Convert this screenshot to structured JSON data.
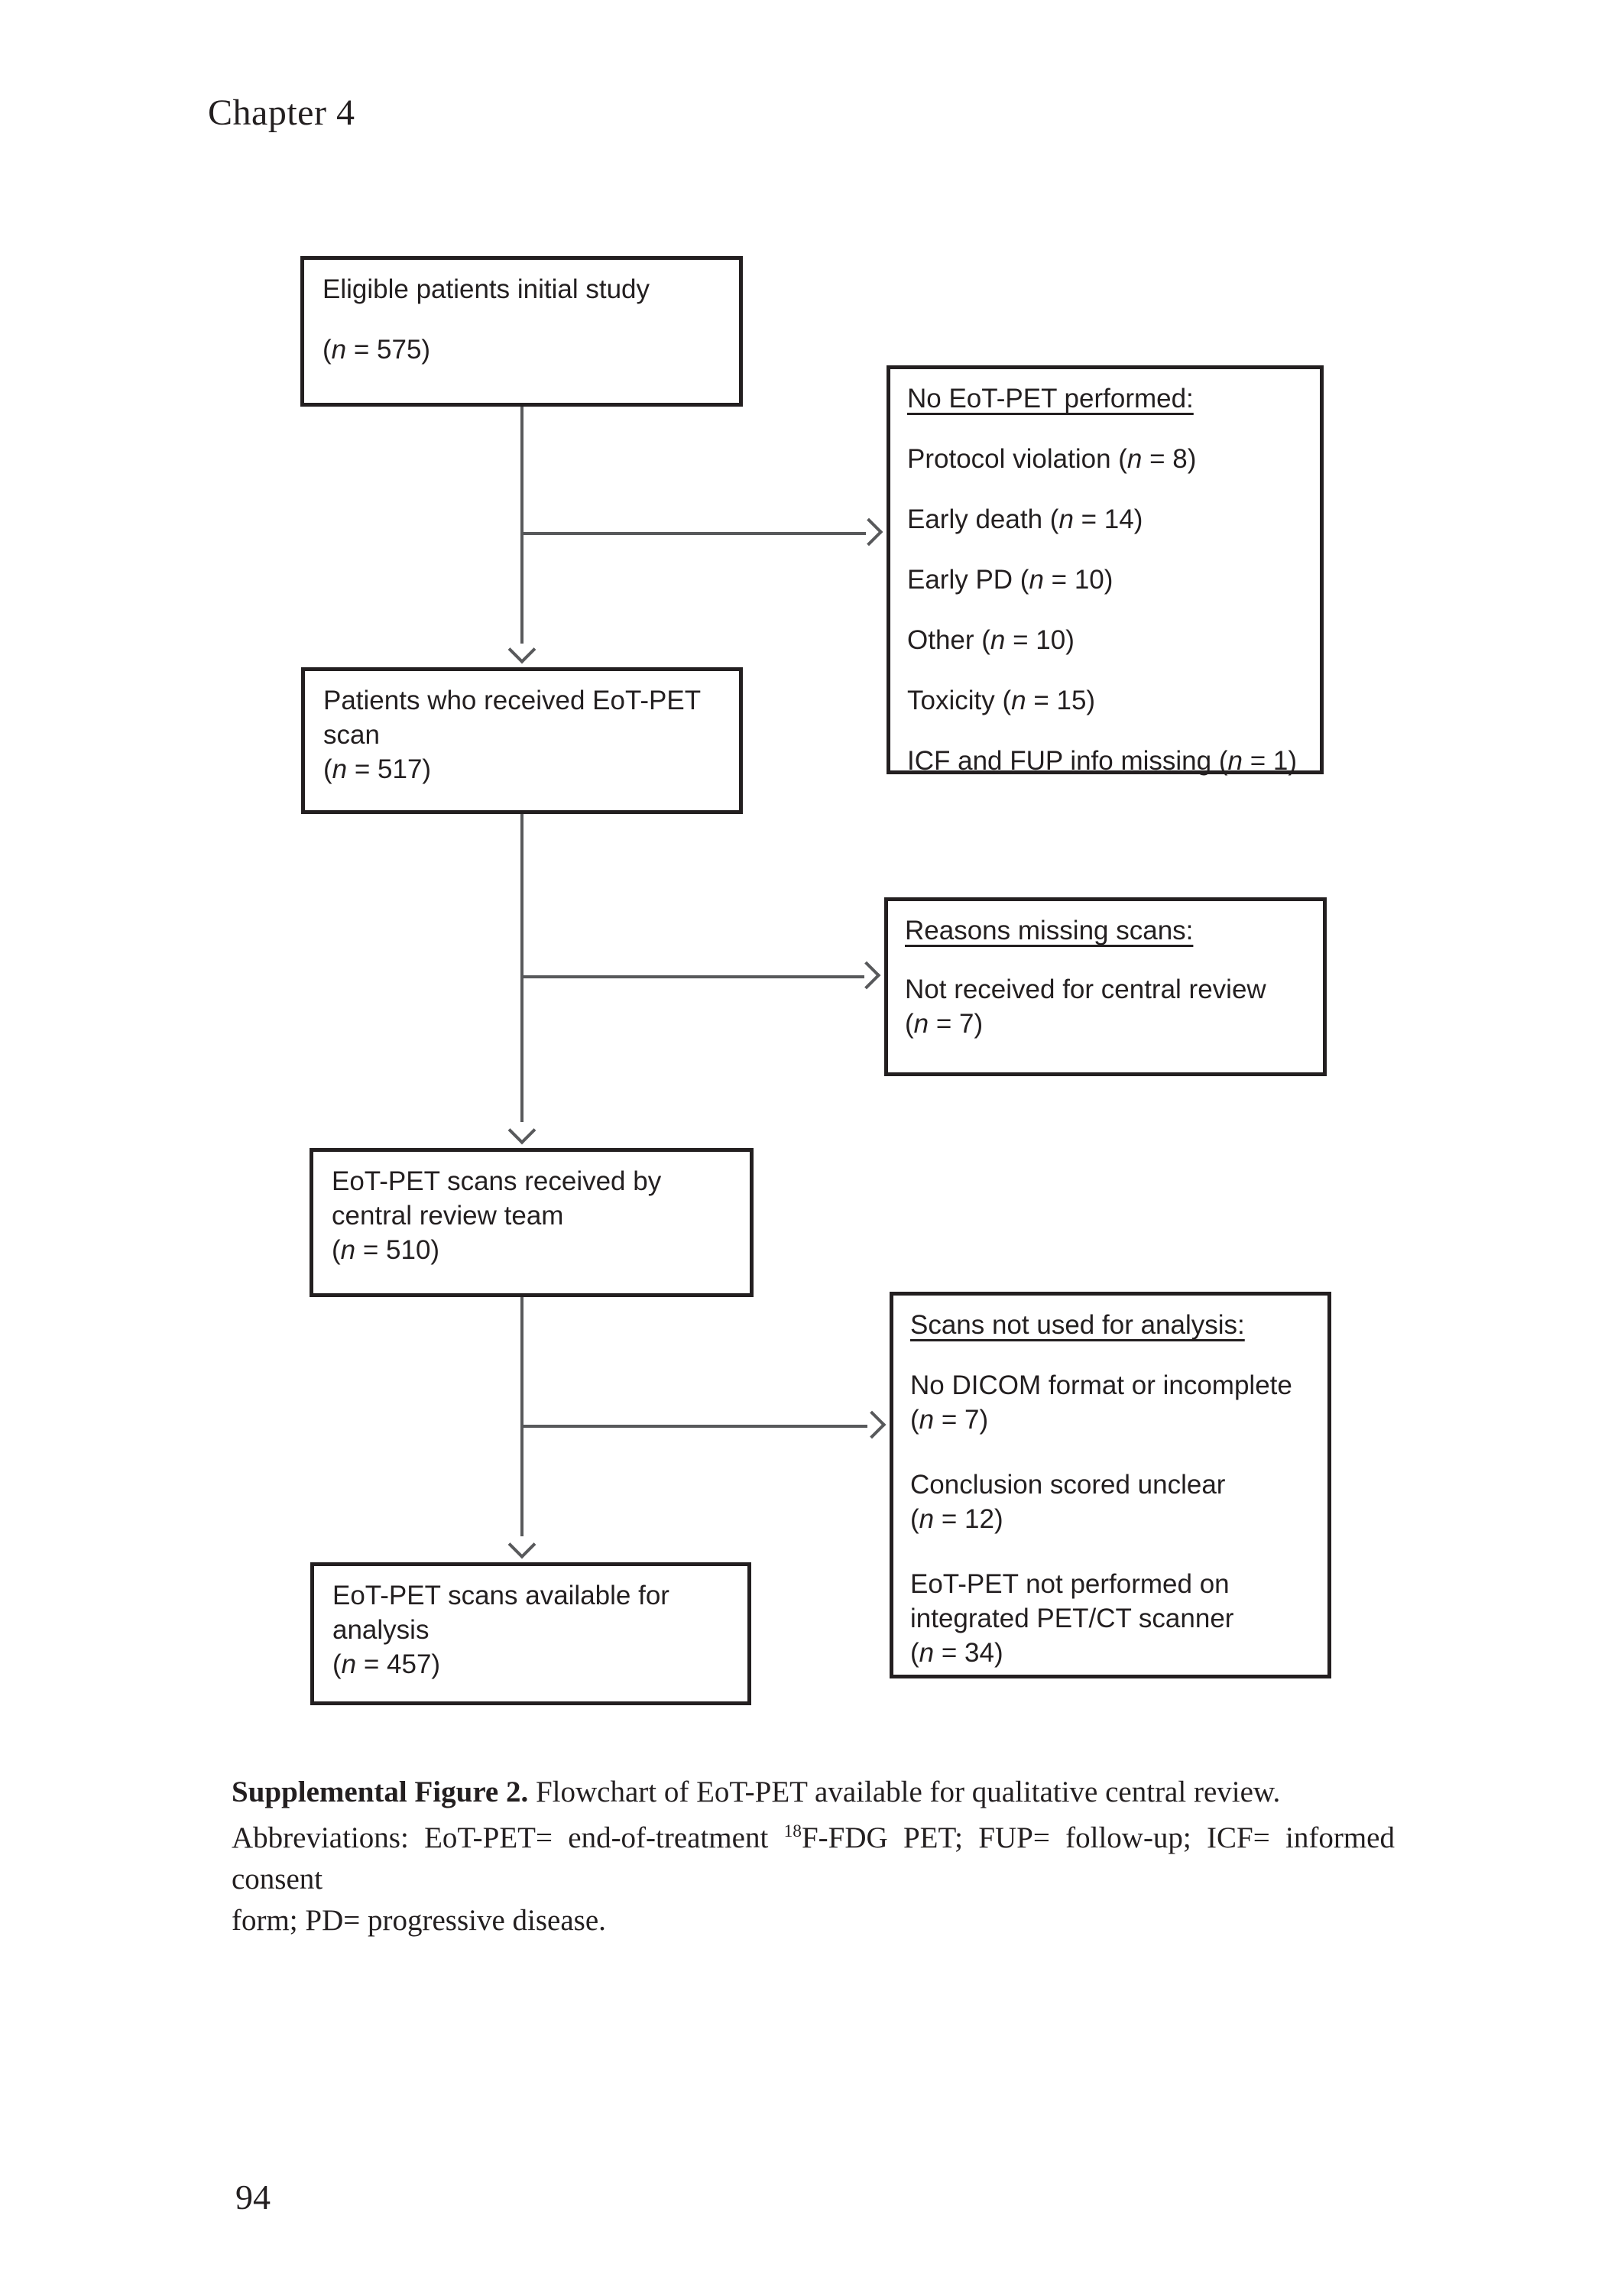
{
  "page": {
    "chapter_header": "Chapter 4",
    "page_number": "94"
  },
  "colors": {
    "box_border": "#231f20",
    "text": "#231f20",
    "connector": "#58595b",
    "background": "#ffffff"
  },
  "flowchart": {
    "boxes": {
      "eligible": {
        "title": "Eligible patients initial study",
        "count_pre": "(",
        "count_var": "n",
        "count_post": " = 575)"
      },
      "received_scan": {
        "title_line1": "Patients who received EoT-PET",
        "title_line2": "scan",
        "count_pre": "(",
        "count_var": "n",
        "count_post": " = 517)"
      },
      "received_central": {
        "title_line1": "EoT-PET scans received by",
        "title_line2": "central review team",
        "count_pre": "(",
        "count_var": "n",
        "count_post": " = 510)"
      },
      "available": {
        "title_line1": "EoT-PET scans available for",
        "title_line2": "analysis",
        "count_pre": "(",
        "count_var": "n",
        "count_post": " = 457)"
      },
      "no_eot_pet": {
        "heading": "No EoT-PET performed:",
        "items": [
          {
            "pre": "Protocol violation (",
            "var": "n",
            "post": " = 8)"
          },
          {
            "pre": "Early death (",
            "var": "n",
            "post": " = 14)"
          },
          {
            "pre": "Early PD (",
            "var": "n",
            "post": " = 10)"
          },
          {
            "pre": "Other (",
            "var": "n",
            "post": " = 10)"
          },
          {
            "pre": "Toxicity (",
            "var": "n",
            "post": " = 15)"
          },
          {
            "pre": "ICF and FUP info missing (",
            "var": "n",
            "post": " = 1)"
          }
        ]
      },
      "reasons_missing": {
        "heading": "Reasons missing scans:",
        "item_line1": "Not received for central review",
        "count_pre": "(",
        "count_var": "n",
        "count_post": " = 7)"
      },
      "not_used": {
        "heading": "Scans not used for analysis:",
        "items": [
          {
            "line1": "No DICOM format or incomplete",
            "pre": "(",
            "var": "n",
            "post": " = 7)"
          },
          {
            "line1": "Conclusion scored unclear",
            "pre": "(",
            "var": "n",
            "post": " = 12)"
          },
          {
            "line1": "EoT-PET not performed on",
            "line2": "integrated PET/CT scanner",
            "pre": "(",
            "var": "n",
            "post": " = 34)"
          }
        ]
      }
    }
  },
  "caption": {
    "label": "Supplemental Figure 2.",
    "title_rest": " Flowchart of EoT-PET available for qualitative central review.",
    "abbrev_pre": "Abbreviations: EoT-PET= end-of-treatment ",
    "abbrev_sup": "18",
    "abbrev_mid": "F-FDG PET; FUP= follow-up; ICF= informed consent",
    "abbrev_last": "form; PD= progressive disease."
  }
}
